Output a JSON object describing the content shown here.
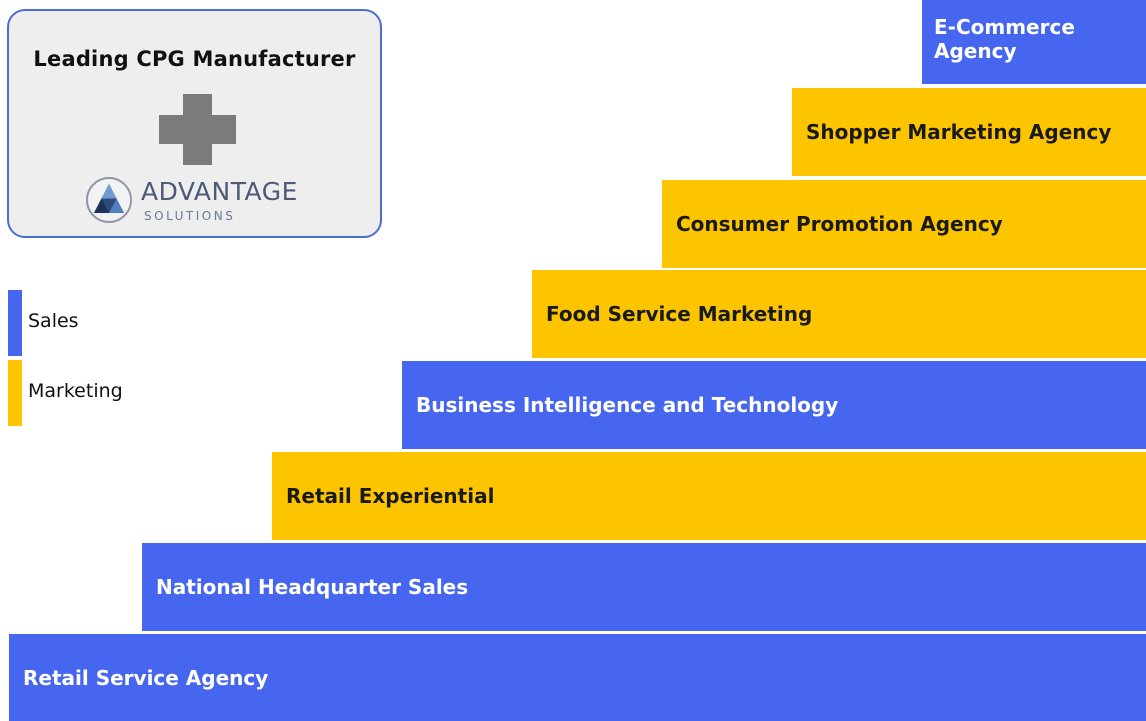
{
  "colors": {
    "sales": "#4766ef",
    "marketing": "#fcc500",
    "card_border": "#4a6fd0",
    "card_background": "#eeeeee",
    "plus_sign": "#7b7b7b"
  },
  "card": {
    "title": "Leading CPG Manufacturer",
    "plus_icon": "plus-icon",
    "logo": {
      "icon": "advantage-triangle-logo-icon",
      "name": "ADVANTAGE",
      "subtitle": "SOLUTIONS"
    }
  },
  "legend": [
    {
      "label": "Sales",
      "category": "sales"
    },
    {
      "label": "Marketing",
      "category": "marketing"
    }
  ],
  "steps": [
    {
      "label": "E-Commerce\nAgency",
      "category": "sales"
    },
    {
      "label": "Shopper Marketing Agency",
      "category": "marketing"
    },
    {
      "label": "Consumer Promotion Agency",
      "category": "marketing"
    },
    {
      "label": "Food Service Marketing",
      "category": "marketing"
    },
    {
      "label": "Business Intelligence and Technology",
      "category": "sales"
    },
    {
      "label": "Retail Experiential",
      "category": "marketing"
    },
    {
      "label": "National Headquarter Sales",
      "category": "sales"
    },
    {
      "label": "Retail Service Agency",
      "category": "sales"
    }
  ]
}
